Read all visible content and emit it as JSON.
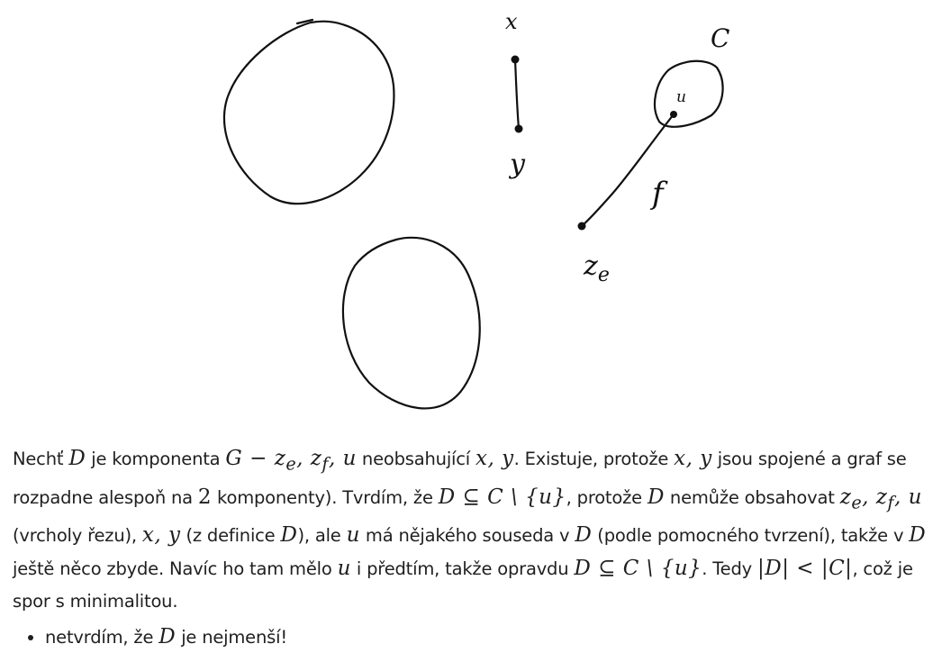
{
  "sketch": {
    "labels": {
      "x": "x",
      "y": "y",
      "c": "C",
      "u": "u",
      "f": "f",
      "ze": "z",
      "ze_sub": "e"
    }
  },
  "paragraph": {
    "s1": "Nechť ",
    "m1": "D",
    "s2": " je komponenta ",
    "m2": "G − z",
    "m2_sub": "e",
    "m2b": ", z",
    "m2b_sub": "f",
    "m2c": ", u",
    "s3": " neobsahující ",
    "m3": "x, y",
    "s4": ". Existuje, protože ",
    "m4": "x, y",
    "s5": " jsou spojené a graf se rozpadne alespoň na ",
    "m5": "2",
    "s6": " komponenty). Tvrdím, že ",
    "m6": "D ⊆ C \\ {u}",
    "s7": ", protože ",
    "m7": "D",
    "s8": " nemůže obsahovat ",
    "m8": "z",
    "m8_sub": "e",
    "m8b": ", z",
    "m8b_sub": "f",
    "m8c": ", u",
    "s9": " (vrcholy řezu), ",
    "m9": "x, y",
    "s10": " (z definice ",
    "m10": "D",
    "s11": "), ale ",
    "m11": "u",
    "s12": " má nějakého souseda v ",
    "m12": "D",
    "s13": " (podle pomocného tvrzení), takže v ",
    "m13": "D",
    "s14": " ještě něco zbyde. Navíc ho tam mělo ",
    "m14": "u",
    "s15": " i předtím, takže opravdu ",
    "m15": "D ⊆ C \\ {u}",
    "s16": ". Tedy ",
    "m16": "|D| < |C|",
    "s17": ", což je spor s minimalitou."
  },
  "notes": [
    {
      "t1": "netvrdím, že ",
      "m1": "D",
      "t2": " je nejmenší!"
    }
  ]
}
